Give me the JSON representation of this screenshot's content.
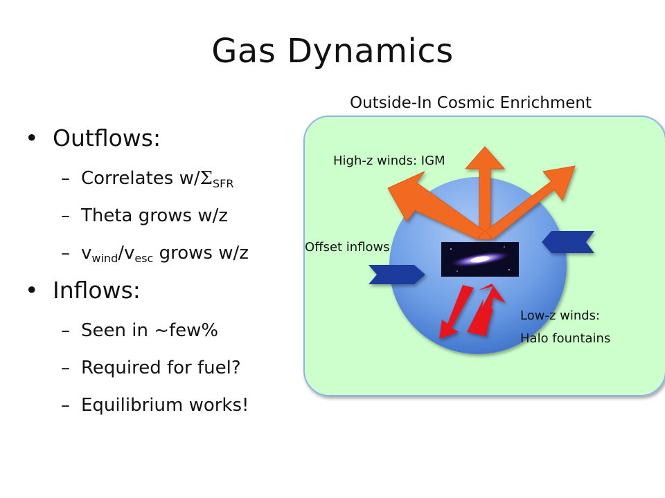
{
  "slide": {
    "title": "Gas Dynamics"
  },
  "diagram": {
    "title": "Outside-In Cosmic Enrichment",
    "labels": {
      "high_z": "High-z winds: IGM",
      "offset": "Offset inflows",
      "low_z_line1": "Low-z winds:",
      "low_z_line2": "Halo fountains"
    },
    "colors": {
      "panel": "#ccffcc",
      "halo": "#4f86d8",
      "outflow_arrow": "#f26b22",
      "inflow_arrow": "#1d3a9c",
      "fountain_arrow": "#e8141b"
    }
  },
  "bullets": {
    "outflows": {
      "heading": "Outflows:",
      "item1_prefix": "Correlates w/",
      "item1_symbol": "Σ",
      "item1_sub": "SFR",
      "item2": "Theta grows w/z",
      "item3_v1": "v",
      "item3_sub1": "wind",
      "item3_slash": "/v",
      "item3_sub2": "esc",
      "item3_suffix": " grows w/z"
    },
    "inflows": {
      "heading": "Inflows:",
      "item1": "Seen in ~few%",
      "item2": "Required for fuel?",
      "item3": "Equilibrium works!"
    },
    "dash": "–"
  }
}
